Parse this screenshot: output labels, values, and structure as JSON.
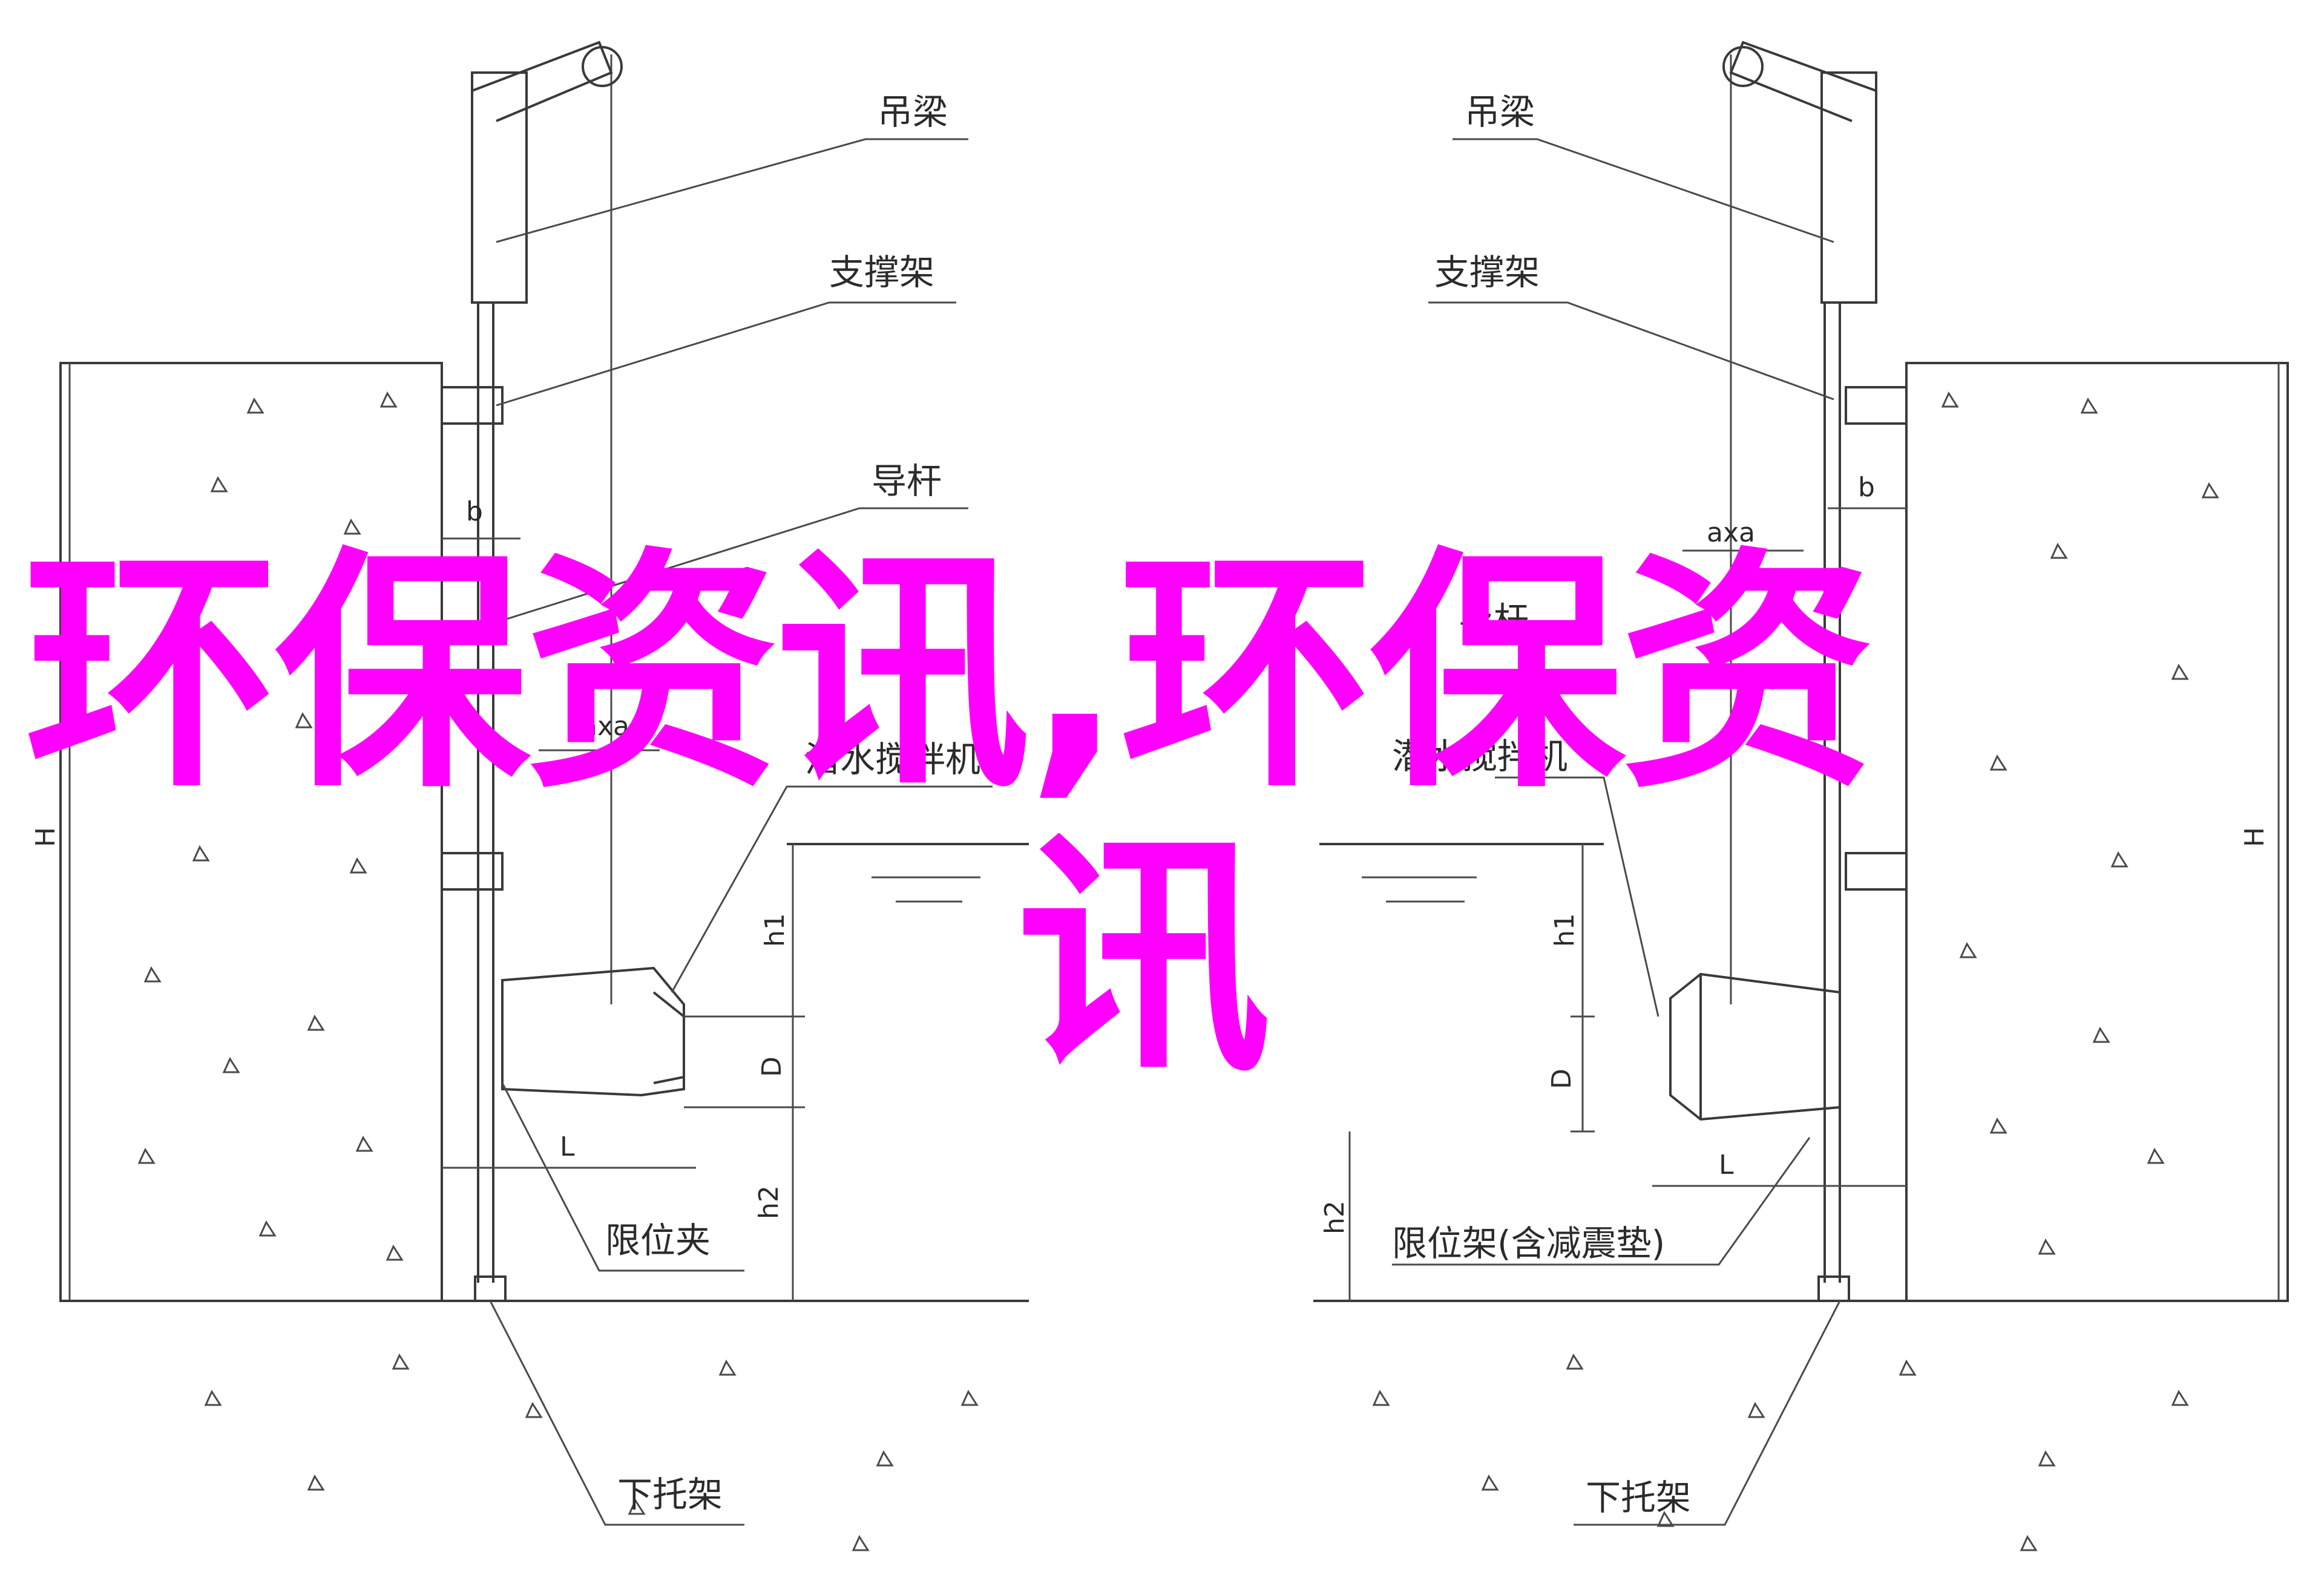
{
  "diagram": {
    "left": {
      "labels": {
        "crane_beam": "吊梁",
        "support_frame": "支撑架",
        "guide_rod": "导杆",
        "mixer": "潜水搅拌机",
        "limit_clamp": "限位夹",
        "bottom_bracket": "下托架"
      },
      "dims": {
        "b": "b",
        "axa": "axa",
        "H": "H",
        "h1": "h1",
        "D": "D",
        "h2": "h2",
        "L": "L"
      }
    },
    "right": {
      "labels": {
        "crane_beam": "吊梁",
        "support_frame": "支撑架",
        "guide_rod": "导杆",
        "mixer": "潜水搅拌机",
        "limit_frame": "限位架(含减震垫)",
        "bottom_bracket": "下托架"
      },
      "dims": {
        "b": "b",
        "axa": "axa",
        "H": "H",
        "h1": "h1",
        "D": "D",
        "h2": "h2",
        "L": "L"
      }
    }
  },
  "watermark": {
    "line1": "环保资讯,环保资",
    "line2": "讯",
    "color": "#ff00ff"
  }
}
